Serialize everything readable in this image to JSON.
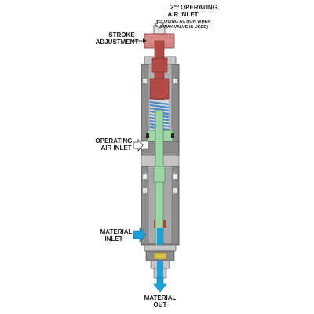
{
  "labels": {
    "second_inlet_line1_num": "2",
    "second_inlet_line1_sup": "ND",
    "second_inlet_line1_text": "OPERATING",
    "second_inlet_line2": "AIR INLET",
    "second_inlet_note": "(CLOSING ACTION WHEN",
    "second_inlet_note2": "4-WAY VALVE IS USED)",
    "stroke_line1": "STROKE",
    "stroke_line2": "ADJUSTMENT",
    "operating_line1": "OPERATING",
    "operating_line2": "AIR INLET",
    "material_in_line1": "MATERIAL",
    "material_in_line2": "INLET",
    "material_out_line1": "MATERIAL",
    "material_out_line2": "OUT"
  },
  "colors": {
    "body_gray": "#8c8c8c",
    "body_light": "#c4c4c4",
    "body_dark": "#555555",
    "stem_red": "#b34a45",
    "knob_pink": "#dc8a86",
    "rod_green": "#9ed6a6",
    "spring_blue": "#4a8cc8",
    "material_blue": "#1aa2dc",
    "arrow_red": "#c8363b",
    "brass": "#d9c24a"
  }
}
